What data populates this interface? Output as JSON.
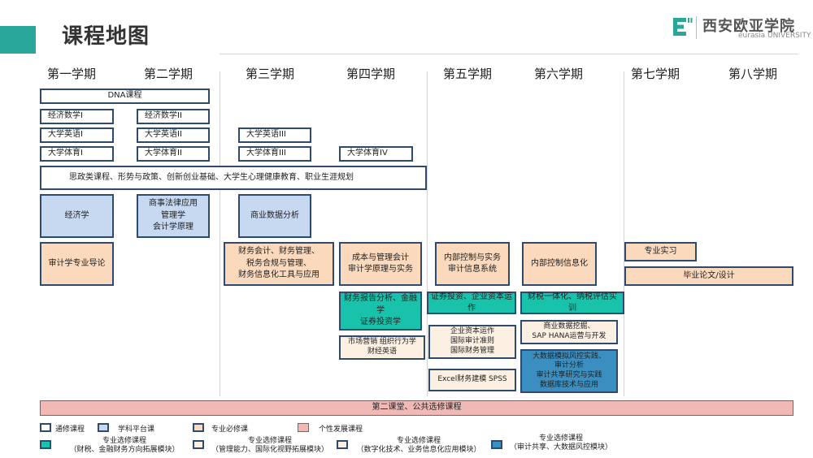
{
  "header": {
    "title": "课程地图"
  },
  "logo": {
    "cn": "西安欧亚学院",
    "en": "eurasia UNIVERSITY"
  },
  "terms": [
    "第一学期",
    "第二学期",
    "第三学期",
    "第四学期",
    "第五学期",
    "第六学期",
    "第七学期",
    "第八学期"
  ],
  "courses": {
    "dna": "DNA课程",
    "econ_math_1": "经济数学I",
    "econ_math_2": "经济数学II",
    "english_1": "大学英语I",
    "english_2": "大学英语II",
    "english_3": "大学英语III",
    "pe_1": "大学体育I",
    "pe_2": "大学体育II",
    "pe_3": "大学体育III",
    "pe_4": "大学体育IV",
    "general": "思政类课程、形势与政策、创新创业基础、大学生心理健康教育、职业生涯规划",
    "economics": "经济学",
    "commercial": "商事法律应用\n管理学\n会计学原理",
    "biz_data": "商业数据分析",
    "audit_intro": "审计学专业导论",
    "finance_acct": "财务会计、财务管理、\n税务合规与管理、\n财务信息化工具与应用",
    "cost_mgmt": "成本与管理会计\n审计学原理与实务",
    "internal_ctrl": "内部控制与实务\n审计信息系统",
    "internal_info": "内部控制信息化",
    "internship": "专业实习",
    "thesis": "毕业论文/设计",
    "fin_report": "财务报告分析、金融学\n证券投资学",
    "securities": "证券投资、企业资本运作",
    "tax_integration": "财税一体化、纳税评估实训",
    "marketing": "市场营销  组织行为学\n财经英语",
    "capital_ops": "企业资本运作\n国际审计准则\n国际财务管理",
    "bigdata_sap": "商业数据挖掘、\nSAP HANA运营与开发",
    "excel": "Excel财务建模  SPSS",
    "bigdata_audit": "大数据模拟风控实践、\n审计分析\n审计共享研究与实践\n数据库技术与应用",
    "second_class": "第二课堂、公共选修课程"
  },
  "legend": {
    "general": "通修课程",
    "platform": "学科平台课",
    "required": "专业必修课",
    "personal": "个性发展课程",
    "elective_finance": "专业选修课程\n（财税、金融财务方向拓展模块）",
    "elective_mgmt": "专业选修课程\n（管理能力、国际化视野拓展模块）",
    "elective_digital": "专业选修课程\n（数字化技术、业务信息化应用模块）",
    "elective_audit": "专业选修课程\n（审计共享、大数据风控模块）"
  },
  "colors": {
    "accent": "#2aa79b",
    "border": "#2e4a6e",
    "platform": "#c6d9f0",
    "required": "#fbd9bd",
    "personal": "#f0b9b6",
    "elective_finance": "#19c2aa",
    "elective_mgmt": "#fcf0e3",
    "elective_digital": "#fcf0e3",
    "elective_audit": "#3b8ec0"
  }
}
